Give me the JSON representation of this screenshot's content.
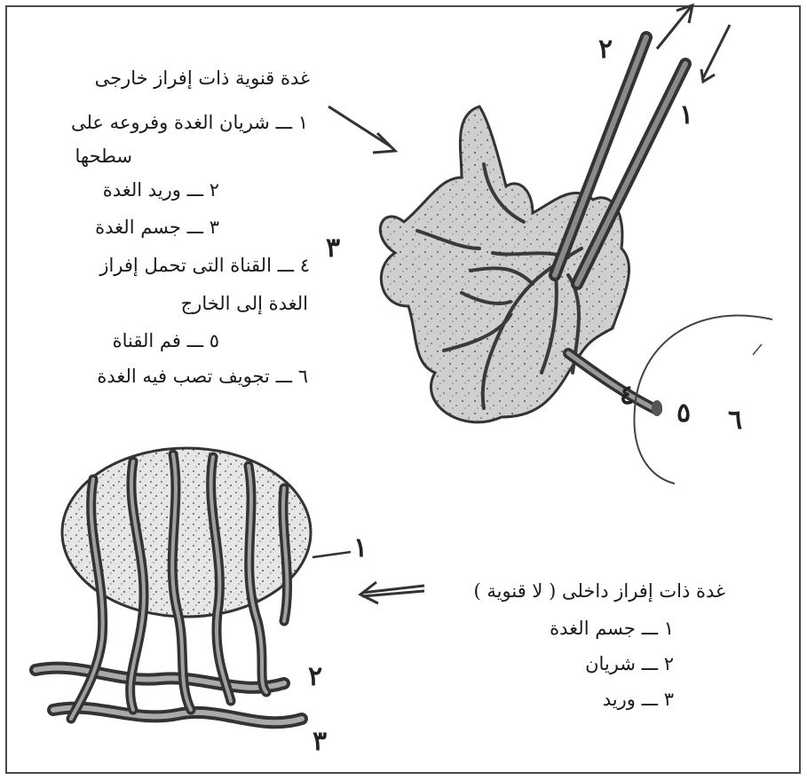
{
  "exocrine": {
    "title": "غدة قنوية ذات إفراز خارجى",
    "items": [
      "١ ـــ شريان الغدة وفروعه على",
      "سطحها",
      "٢ ـــ وريد الغدة",
      "٣ ـــ جسم الغدة",
      "٤ ـــ القناة التى تحمل إفراز",
      "الغدة إلى الخارج",
      "٥ ـــ فم القناة",
      "٦ ـــ تجويف تصب فيه الغدة"
    ],
    "markers": [
      "١",
      "٢",
      "٣",
      "٤",
      "٥",
      "٦"
    ]
  },
  "endocrine": {
    "title": "غدة ذات إفراز داخلى ( لا قنوية )",
    "items": [
      "١ ـــ جسم الغدة",
      "٢ ـــ شريان",
      "٣ ـــ وريد"
    ],
    "markers": [
      "١",
      "٢",
      "٣"
    ]
  },
  "colors": {
    "ink": "#1a1a1a",
    "gland_fill": "#c9c9c9",
    "vessel": "#3a3a3a",
    "frame": "#4a4a4a"
  }
}
